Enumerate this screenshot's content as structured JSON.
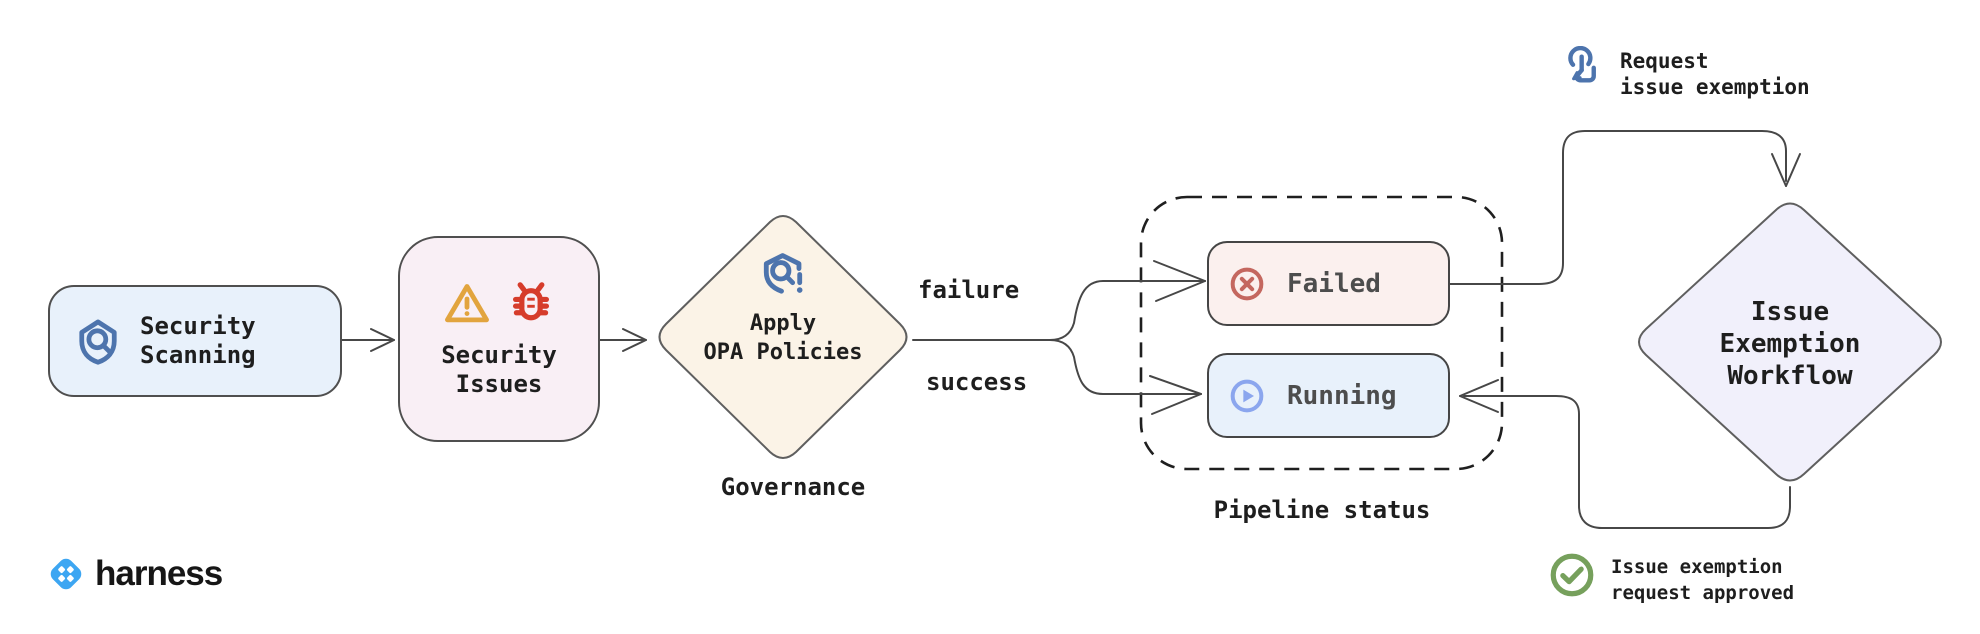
{
  "diagram": {
    "security_scanning": {
      "lines": [
        "Security",
        "Scanning"
      ]
    },
    "security_issues": {
      "lines": [
        "Security",
        "Issues"
      ]
    },
    "apply_opa": {
      "lines": [
        "Apply",
        "OPA Policies"
      ]
    },
    "governance_label": "Governance",
    "failure_label": "failure",
    "success_label": "success",
    "pipeline_status": {
      "label": "Pipeline status",
      "failed": "Failed",
      "running": "Running"
    },
    "issue_exemption_workflow": {
      "lines": [
        "Issue",
        "Exemption",
        "Workflow"
      ]
    },
    "request_exemption": {
      "lines": [
        "Request",
        "issue exemption"
      ]
    },
    "approved": {
      "lines": [
        "Issue exemption",
        "request approved"
      ]
    }
  },
  "branding": {
    "logo_text": "harness"
  },
  "icons": {
    "shield-search-icon": {
      "meaning": "security scanning shield with magnifier",
      "color": "#4d74ad"
    },
    "warning-icon": {
      "meaning": "warning triangle",
      "color": "#e2a43e"
    },
    "bug-icon": {
      "meaning": "bug / vulnerability",
      "color": "#d63c2b"
    },
    "shield-alert-icon": {
      "meaning": "OPA policy shield with magnifier and alert",
      "color": "#4d74ad"
    },
    "x-circle-icon": {
      "meaning": "failed status",
      "color": "#c4675f"
    },
    "play-circle-icon": {
      "meaning": "running status",
      "color": "#8ba6ee"
    },
    "tap-icon": {
      "meaning": "request / click gesture",
      "color": "#4d74ad"
    },
    "check-circle-icon": {
      "meaning": "approved",
      "color": "#76a05c"
    },
    "harness-logo-icon": {
      "meaning": "harness logo diamond",
      "color": "#3da6f2"
    }
  },
  "colors": {
    "security_scanning_fill": "#e8f1fb",
    "security_issues_fill": "#f9eff5",
    "apply_opa_fill": "#fbf3e7",
    "failed_fill": "#fbf0ee",
    "running_fill": "#e8f1fb",
    "issue_exemption_fill": "#f1f0fb",
    "connector": "#474747",
    "dashed_border": "#1f1f1f",
    "text": "#1e1e1e"
  }
}
